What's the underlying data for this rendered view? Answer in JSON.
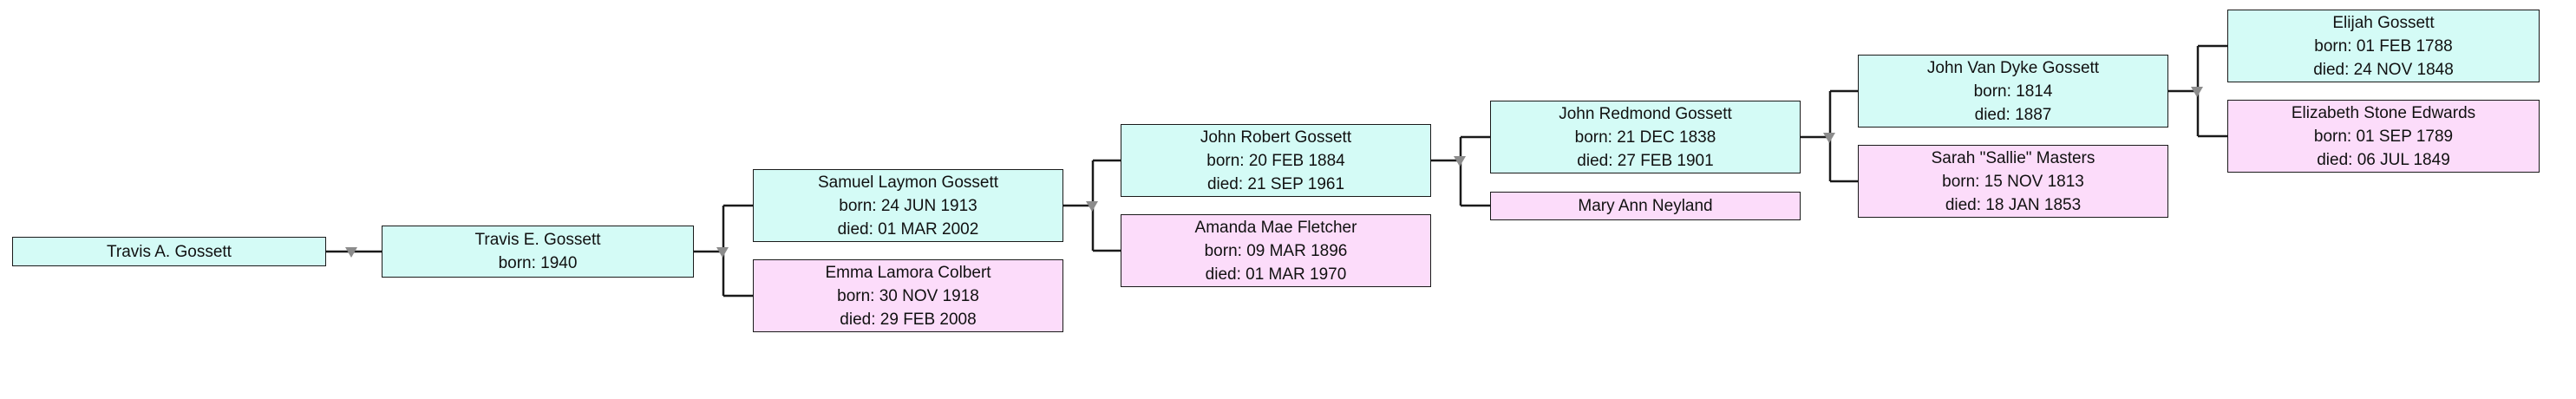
{
  "colors": {
    "male_fill": "#d4fbf6",
    "female_fill": "#fcdcfa",
    "border": "#1a1a1a",
    "connector": "#1a1a1a",
    "toggle": "#8c8c8c"
  },
  "persons": {
    "travis_a": {
      "name": "Travis A. Gossett",
      "born": "",
      "died": ""
    },
    "travis_e": {
      "name": "Travis E. Gossett",
      "born": "born: 1940",
      "died": ""
    },
    "samuel": {
      "name": "Samuel Laymon Gossett",
      "born": "born: 24 JUN 1913",
      "died": "died: 01 MAR 2002"
    },
    "emma": {
      "name": "Emma Lamora Colbert",
      "born": "born: 30 NOV 1918",
      "died": "died: 29 FEB 2008"
    },
    "john_robert": {
      "name": "John Robert Gossett",
      "born": "born: 20 FEB 1884",
      "died": "died: 21 SEP 1961"
    },
    "amanda": {
      "name": "Amanda Mae Fletcher",
      "born": "born: 09 MAR 1896",
      "died": "died: 01 MAR 1970"
    },
    "john_redmond": {
      "name": "John Redmond Gossett",
      "born": "born: 21 DEC 1838",
      "died": "died: 27 FEB 1901"
    },
    "mary_ann": {
      "name": "Mary Ann Neyland",
      "born": "",
      "died": ""
    },
    "john_vandyke": {
      "name": "John Van Dyke Gossett",
      "born": "born: 1814",
      "died": "died: 1887"
    },
    "sarah": {
      "name": "Sarah \"Sallie\" Masters",
      "born": "born: 15 NOV 1813",
      "died": "died: 18 JAN 1853"
    },
    "elijah": {
      "name": "Elijah Gossett",
      "born": "born: 01 FEB 1788",
      "died": "died: 24 NOV 1848"
    },
    "elizabeth": {
      "name": "Elizabeth Stone Edwards",
      "born": "born: 01 SEP 1789",
      "died": "died: 06 JUL 1849"
    }
  }
}
